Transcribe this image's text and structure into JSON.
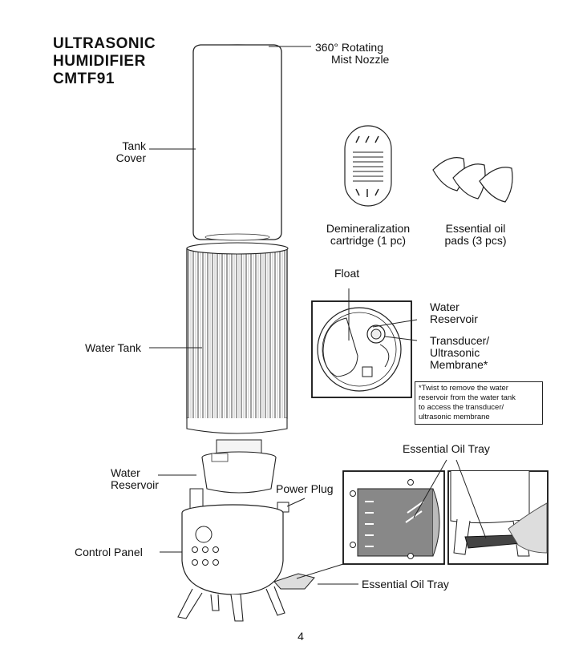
{
  "title": {
    "line1": "ULTRASONIC",
    "line2": "HUMIDIFIER",
    "line3": "CMTF91"
  },
  "labels": {
    "mist_nozzle": [
      "360° Rotating",
      "Mist Nozzle"
    ],
    "tank_cover": [
      "Tank",
      "Cover"
    ],
    "demineralization": [
      "Demineralization",
      "cartridge (1 pc)"
    ],
    "oil_pads": [
      "Essential oil",
      "pads (3 pcs)"
    ],
    "float": "Float",
    "water_reservoir_detail": [
      "Water",
      "Reservoir"
    ],
    "transducer": [
      "Transducer/",
      "Ultrasonic",
      "Membrane*"
    ],
    "water_tank": "Water Tank",
    "water_reservoir": [
      "Water",
      "Reservoir"
    ],
    "power_plug": "Power Plug",
    "control_panel": "Control Panel",
    "oil_tray_top": "Essential Oil Tray",
    "oil_tray_bottom": "Essential Oil Tray"
  },
  "note": {
    "line1": "*Twist to remove the water",
    "line2": "reservoir from the water tank",
    "line3": "to access the transducer/",
    "line4": "ultrasonic membrane"
  },
  "page_number": "4"
}
